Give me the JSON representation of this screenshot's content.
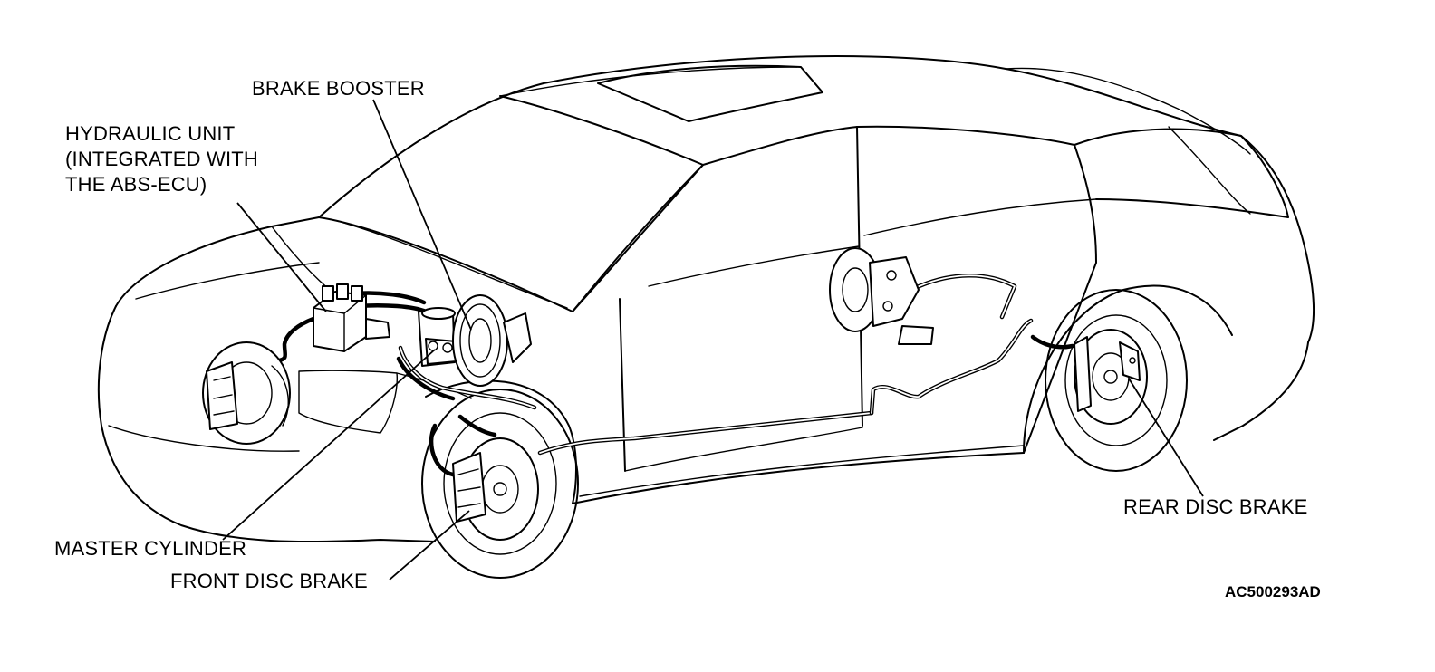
{
  "labels": {
    "brake_booster": "BRAKE BOOSTER",
    "hydraulic_unit": [
      "HYDRAULIC UNIT",
      "(INTEGRATED WITH",
      "THE ABS-ECU)"
    ],
    "master_cylinder": "MASTER CYLINDER",
    "front_disc_brake": "FRONT DISC BRAKE",
    "rear_disc_brake": "REAR DISC BRAKE"
  },
  "figure_id": "AC500293AD"
}
